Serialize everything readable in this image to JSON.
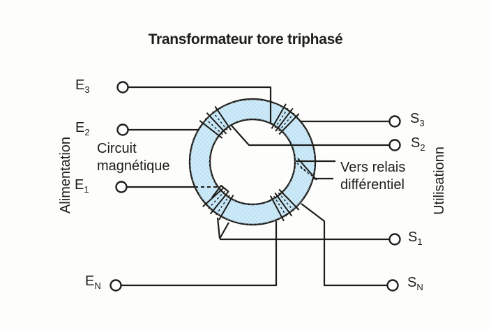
{
  "title": "Transformateur tore triphasé",
  "colors": {
    "background": "#fdfdfc",
    "core_fill": "#bfe3f5",
    "line": "#1d1d1b"
  },
  "side_labels": {
    "left": "Alimentation",
    "right": "Utilisationn"
  },
  "annotations": {
    "core_line1": "Circuit",
    "core_line2": "magnétique",
    "relay_line1": "Vers relais",
    "relay_line2": "différentiel"
  },
  "terminals": {
    "inputs": [
      {
        "base": "E",
        "sub": "3"
      },
      {
        "base": "E",
        "sub": "2"
      },
      {
        "base": "E",
        "sub": "1"
      },
      {
        "base": "E",
        "sub": "N"
      }
    ],
    "outputs": [
      {
        "base": "S",
        "sub": "3"
      },
      {
        "base": "S",
        "sub": "2"
      },
      {
        "base": "S",
        "sub": "1"
      },
      {
        "base": "S",
        "sub": "N"
      }
    ]
  }
}
